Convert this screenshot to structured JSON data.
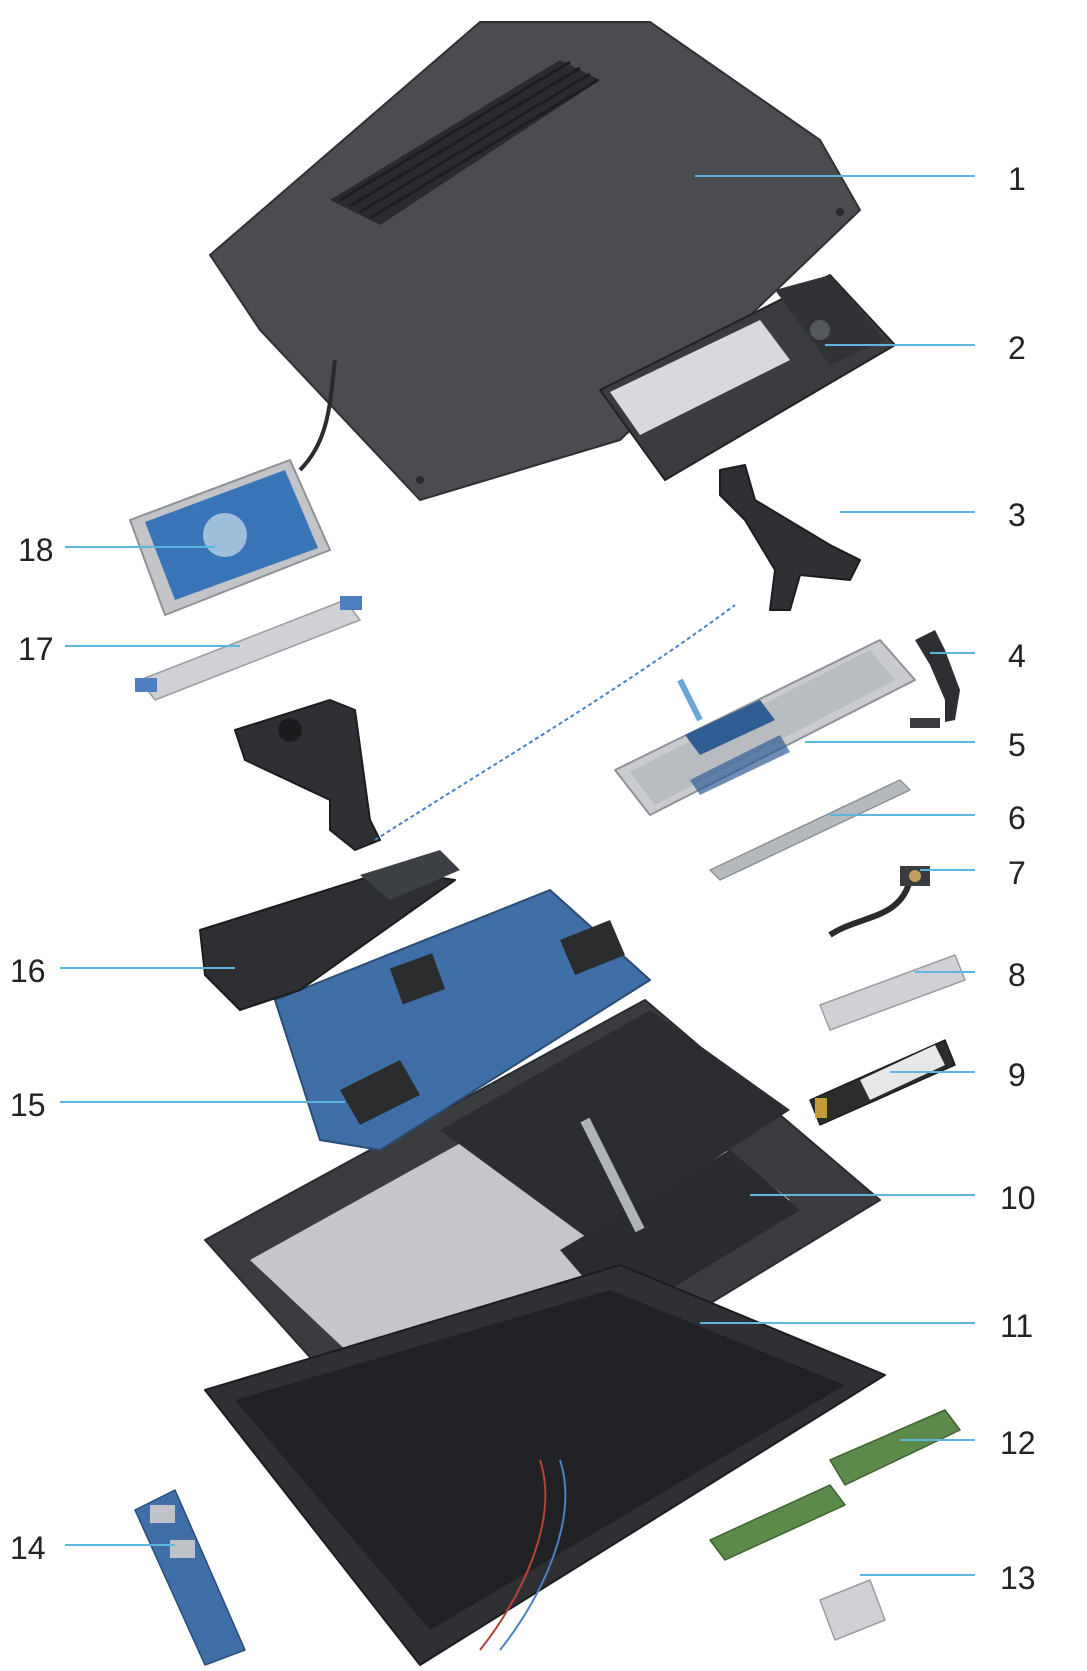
{
  "diagram": {
    "colors": {
      "leader": "#5bb7e0",
      "number": "#222222",
      "metal": "#c7c9cc",
      "dark": "#3b3d40",
      "board_blue": "#3f6fa6",
      "ram_green": "#5c8a4a",
      "screen": "#2a2c30"
    },
    "callouts": [
      {
        "label": "1"
      },
      {
        "label": "2"
      },
      {
        "label": "3"
      },
      {
        "label": "4"
      },
      {
        "label": "5"
      },
      {
        "label": "6"
      },
      {
        "label": "7"
      },
      {
        "label": "8"
      },
      {
        "label": "9"
      },
      {
        "label": "10"
      },
      {
        "label": "11"
      },
      {
        "label": "12"
      },
      {
        "label": "13"
      },
      {
        "label": "14"
      },
      {
        "label": "15"
      },
      {
        "label": "16"
      },
      {
        "label": "17"
      },
      {
        "label": "18"
      }
    ]
  }
}
